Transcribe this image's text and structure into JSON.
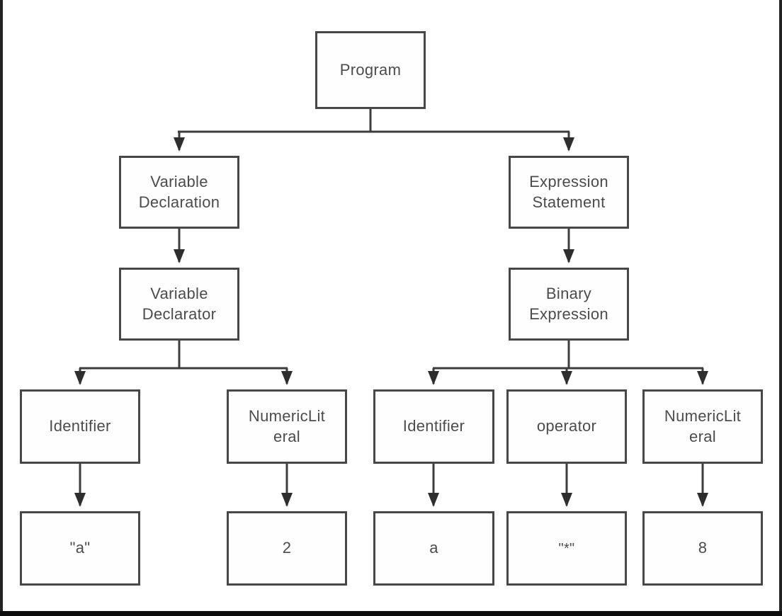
{
  "diagram": {
    "type": "abstract-syntax-tree",
    "nodes": {
      "program": {
        "label": "Program"
      },
      "variable_declaration": {
        "label": "Variable Declaration"
      },
      "expression_statement": {
        "label": "Expression Statement"
      },
      "variable_declarator": {
        "label": "Variable Declarator"
      },
      "binary_expression": {
        "label": "Binary Expression"
      },
      "identifier_left": {
        "label": "Identifier"
      },
      "numeric_literal_left": {
        "label": "NumericLiteral"
      },
      "identifier_right": {
        "label": "Identifier"
      },
      "operator": {
        "label": "operator"
      },
      "numeric_literal_right": {
        "label": "NumericLiteral"
      },
      "leaf_a_quoted": {
        "label": "\"a\""
      },
      "leaf_2": {
        "label": "2"
      },
      "leaf_a": {
        "label": "a"
      },
      "leaf_star": {
        "label": "\"*\""
      },
      "leaf_8": {
        "label": "8"
      }
    },
    "edges": [
      {
        "from": "program",
        "to": "variable_declaration"
      },
      {
        "from": "program",
        "to": "expression_statement"
      },
      {
        "from": "variable_declaration",
        "to": "variable_declarator"
      },
      {
        "from": "expression_statement",
        "to": "binary_expression"
      },
      {
        "from": "variable_declarator",
        "to": "identifier_left"
      },
      {
        "from": "variable_declarator",
        "to": "numeric_literal_left"
      },
      {
        "from": "binary_expression",
        "to": "identifier_right"
      },
      {
        "from": "binary_expression",
        "to": "operator"
      },
      {
        "from": "binary_expression",
        "to": "numeric_literal_right"
      },
      {
        "from": "identifier_left",
        "to": "leaf_a_quoted"
      },
      {
        "from": "numeric_literal_left",
        "to": "leaf_2"
      },
      {
        "from": "identifier_right",
        "to": "leaf_a"
      },
      {
        "from": "operator",
        "to": "leaf_star"
      },
      {
        "from": "numeric_literal_right",
        "to": "leaf_8"
      }
    ],
    "colors": {
      "line": "#3d3d3d",
      "box_border": "#474747",
      "text": "#4c4c4c",
      "background": "#ffffff",
      "frame": "#232323"
    }
  }
}
